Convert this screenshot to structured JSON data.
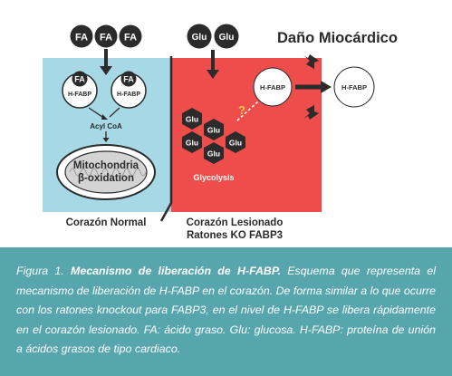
{
  "diagram": {
    "title": "Daño Miocárdico",
    "fa_label": "FA",
    "glu_label": "Glu",
    "hfabp_label": "H-FABP",
    "acyl_coa": "Acyl CoA",
    "mito_line1": "Mitochondria",
    "mito_line2": "β-oxidation",
    "glycolysis": "Glycolysis",
    "question_mark": "?",
    "normal_label": "Corazón Normal",
    "injured_label_line1": "Corazón Lesionado",
    "injured_label_line2": "Ratones KO FABP3",
    "colors": {
      "normal_panel": "#a7d8e5",
      "injured_panel": "#ee4d4b",
      "dark": "#2b2b2b",
      "caption_bg": "#57a5ad",
      "question": "#f3c74a"
    }
  },
  "caption": {
    "figure_label": "Figura 1.",
    "figure_title": "Mecanismo de liberación de H-FABP.",
    "figure_text": "Esquema que representa el mecanismo de liberación de H-FABP en el corazón. De forma similar a lo que ocurre con los ratones knockout para FABP3, en el nivel de H-FABP se libera rápidamente en el corazón lesionado. FA: ácido graso. Glu: glucosa. H-FABP: proteína de unión a ácidos grasos de tipo cardiaco."
  }
}
